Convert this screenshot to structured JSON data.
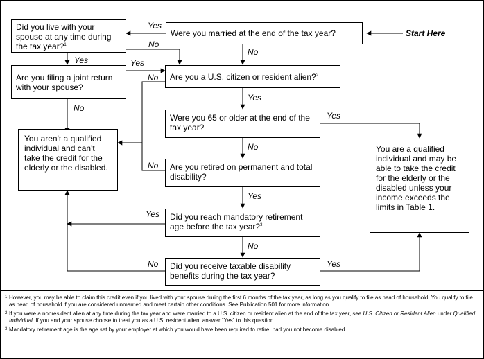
{
  "start": "Start Here",
  "boxes": {
    "married": {
      "text": "Were you married at the end of the tax year?"
    },
    "lived": {
      "text": "Did you live with your spouse at any time during the tax year?",
      "mark": "1"
    },
    "joint": {
      "text": "Are you filing a joint return with your spouse?"
    },
    "citizen": {
      "text": "Are you a U.S. citizen or resident alien?",
      "mark": "2"
    },
    "age65": {
      "text": "Were you 65 or older at the end of the tax year?"
    },
    "not_qualified": {
      "pre": "You aren't a qualified individual and ",
      "underline": "can't",
      "post": " take the credit for the elderly or the disabled."
    },
    "retired": {
      "text": "Are you retired on permanent and total disability?"
    },
    "qualified": {
      "text": "You are a qualified individual and may be able to take the credit for the elderly or the disabled unless your income exceeds the limits in Table 1."
    },
    "mandatory": {
      "text": "Did you reach mandatory retirement age before the tax year?",
      "mark": "3"
    },
    "benefits": {
      "text": "Did you receive taxable disability benefits during the tax year?"
    }
  },
  "answers": {
    "yes": "Yes",
    "no": "No"
  },
  "footnotes": [
    {
      "mark": "1",
      "text": "However, you may be able to claim this credit even if you lived with your spouse during the first 6 months of the tax year, as long as you qualify to file as head of household. You qualify to file as head of household if you are considered unmarried and meet certain other conditions. See Publication 501 for more information."
    },
    {
      "mark": "2",
      "t1": "If you were a nonresident alien at any time during the tax year and were married to a U.S. citizen or resident alien at the end of the tax year, see ",
      "i1": "U.S. Citizen or Resident Alien",
      "t2": " under ",
      "i2": "Qualified Individual.",
      "t3": " If you and your spouse choose to treat you as a U.S. resident alien, answer “Yes” to this question."
    },
    {
      "mark": "3",
      "text": "Mandatory retirement age is the age set by your employer at which you would have been required to retire, had you not become disabled."
    }
  ]
}
